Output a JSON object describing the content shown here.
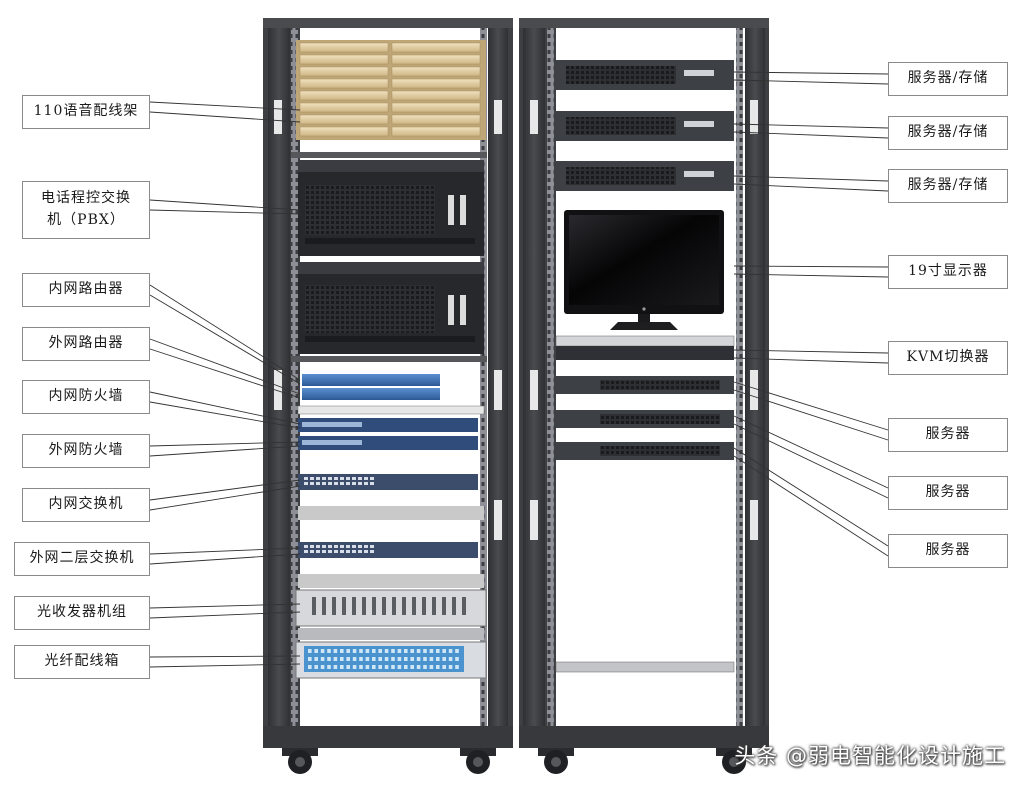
{
  "left_labels": [
    {
      "id": "voice-patch-panel",
      "text": "110语音配线架"
    },
    {
      "id": "pbx",
      "text": "电话程控交换\n机（PBX）"
    },
    {
      "id": "internal-router",
      "text": "内网路由器"
    },
    {
      "id": "external-router",
      "text": "外网路由器"
    },
    {
      "id": "internal-firewall",
      "text": "内网防火墙"
    },
    {
      "id": "external-firewall",
      "text": "外网防火墙"
    },
    {
      "id": "internal-switch",
      "text": "内网交换机"
    },
    {
      "id": "external-l2-switch",
      "text": "外网二层交换机"
    },
    {
      "id": "optical-transceiver-group",
      "text": "光收发器机组"
    },
    {
      "id": "fiber-distribution-box",
      "text": "光纤配线箱"
    }
  ],
  "right_labels": [
    {
      "id": "server-storage-1",
      "text": "服务器/存储"
    },
    {
      "id": "server-storage-2",
      "text": "服务器/存储"
    },
    {
      "id": "server-storage-3",
      "text": "服务器/存储"
    },
    {
      "id": "monitor",
      "text": "19寸显示器"
    },
    {
      "id": "kvm-switch",
      "text": "KVM切换器"
    },
    {
      "id": "server-1",
      "text": "服务器"
    },
    {
      "id": "server-2",
      "text": "服务器"
    },
    {
      "id": "server-3",
      "text": "服务器"
    }
  ],
  "watermark": "头条 @弱电智能化设计施工",
  "colors": {
    "rack_frame": "#3e3f42",
    "rack_rail": "#6a6c70",
    "patch_panel": "#d9c49a",
    "pbx_body": "#2a2c30",
    "router_blue": "#3a6fb0",
    "fiber_blue": "#4a93cf",
    "server_gray": "#3d4045",
    "label_border": "#8a8a8a"
  }
}
